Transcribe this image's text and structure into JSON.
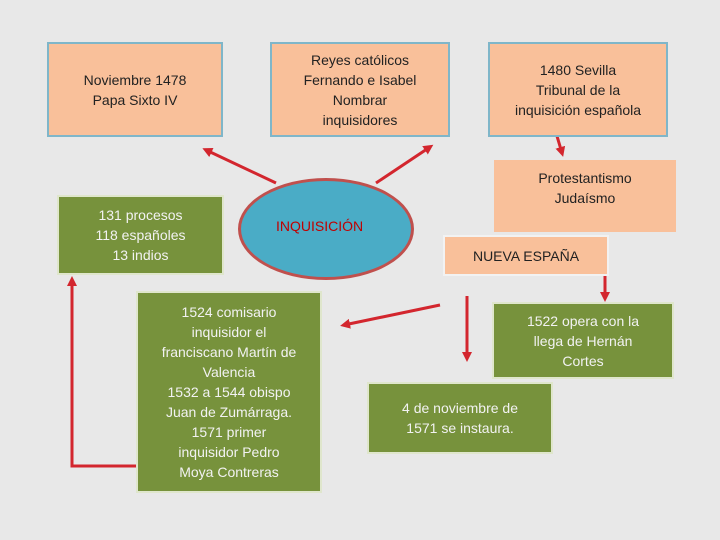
{
  "nodes": {
    "papa": [
      "Noviembre  1478",
      "Papa Sixto IV"
    ],
    "reyes": [
      "Reyes católicos",
      "Fernando e Isabel",
      "Nombrar",
      "inquisidores"
    ],
    "sevilla": [
      "1480 Sevilla",
      "Tribunal de la",
      "inquisición española"
    ],
    "protestantismo": [
      "Protestantismo",
      "Judaísmo"
    ],
    "nueva_espana": "NUEVA ESPAÑA",
    "procesos": [
      "131 procesos",
      "118 españoles",
      "13 indios"
    ],
    "inquisicion": "INQUISICIÓN",
    "comisario": [
      "1524 comisario",
      "inquisidor el",
      "franciscano Martín de",
      "Valencia",
      "1532 a 1544 obispo",
      "Juan de Zumárraga.",
      "1571 primer",
      "inquisidor Pedro",
      "Moya Contreras"
    ],
    "cortes": [
      "1522 opera con la",
      "llega de Hernán",
      "Cortes"
    ],
    "instaura": [
      "4 de noviembre de",
      "1571 se instaura."
    ]
  },
  "colors": {
    "arrow": "#d3262e",
    "peach": "#f9c09a",
    "olive": "#77923c",
    "ellipse_fill": "#4aacc6",
    "ellipse_border": "#c0504d",
    "label_red": "#c00000"
  }
}
